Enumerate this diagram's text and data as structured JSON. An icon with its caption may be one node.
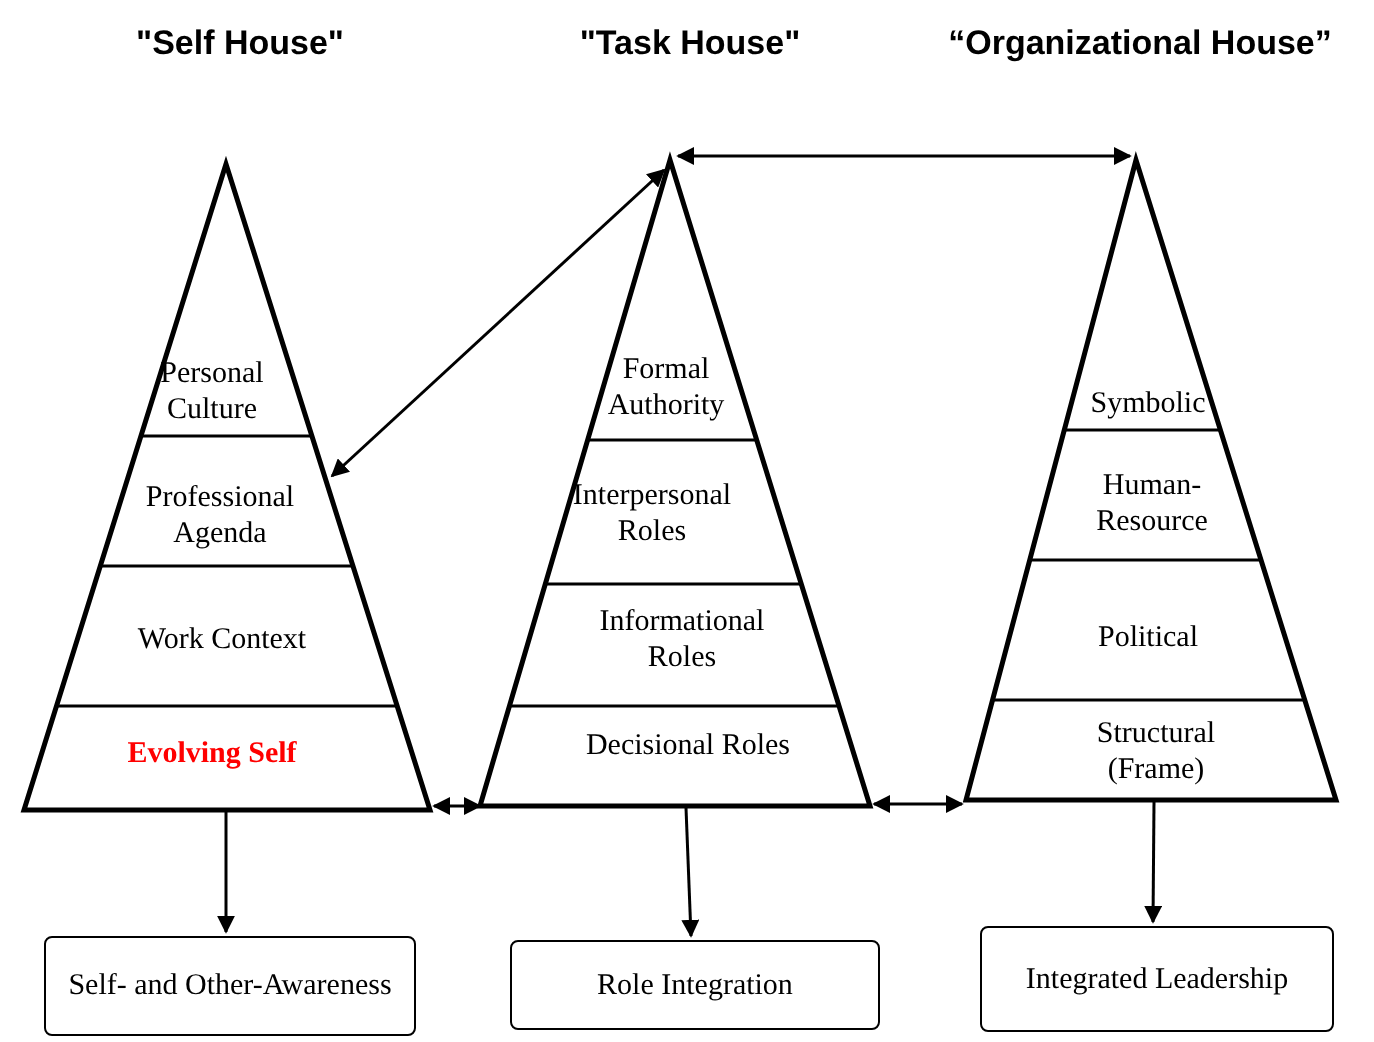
{
  "diagram": {
    "nodes": [
      {
        "text": [
          "\"Self House\""
        ]
      },
      {
        "text": [
          "Personal Culture"
        ],
        "in": 0
      },
      {
        "text": [
          "Professional Agenda"
        ],
        "in": 0
      },
      {
        "text": [
          "Work Context"
        ],
        "in": 0
      },
      {
        "text": [
          "Evolving Self"
        ],
        "in": 0
      },
      {
        "text": [
          "\"Task House\""
        ]
      },
      {
        "text": [
          "Formal Authority"
        ],
        "in": 5
      },
      {
        "text": [
          "Interpersonal Roles"
        ],
        "in": 5
      },
      {
        "text": [
          "Informational Roles"
        ],
        "in": 5
      },
      {
        "text": [
          "Decisional Roles"
        ],
        "in": 5
      },
      {
        "text": [
          "“Organizational House”"
        ]
      },
      {
        "text": [
          "Symbolic"
        ],
        "in": 10
      },
      {
        "text": [
          "Human-Resource"
        ],
        "in": 10
      },
      {
        "text": [
          "Political"
        ],
        "in": 10
      },
      {
        "text": [
          "Structural (Frame)"
        ],
        "in": 10
      },
      {
        "text": [
          "Self- and Other-Awareness"
        ]
      },
      {
        "text": [
          "Role Integration"
        ]
      },
      {
        "text": [
          "Integrated Leadership"
        ]
      }
    ],
    "edges": [
      {
        "from": 0,
        "to": 5,
        "arrow": "both"
      },
      {
        "from": 5,
        "to": 10,
        "arrow": "both"
      },
      {
        "from": 0,
        "to": 5,
        "arrow": "both"
      },
      {
        "from": 5,
        "to": 10,
        "arrow": "both"
      },
      {
        "from": 0,
        "to": 15,
        "arrow": "to"
      },
      {
        "from": 5,
        "to": 16,
        "arrow": "to"
      },
      {
        "from": 10,
        "to": 17,
        "arrow": "to"
      }
    ]
  }
}
